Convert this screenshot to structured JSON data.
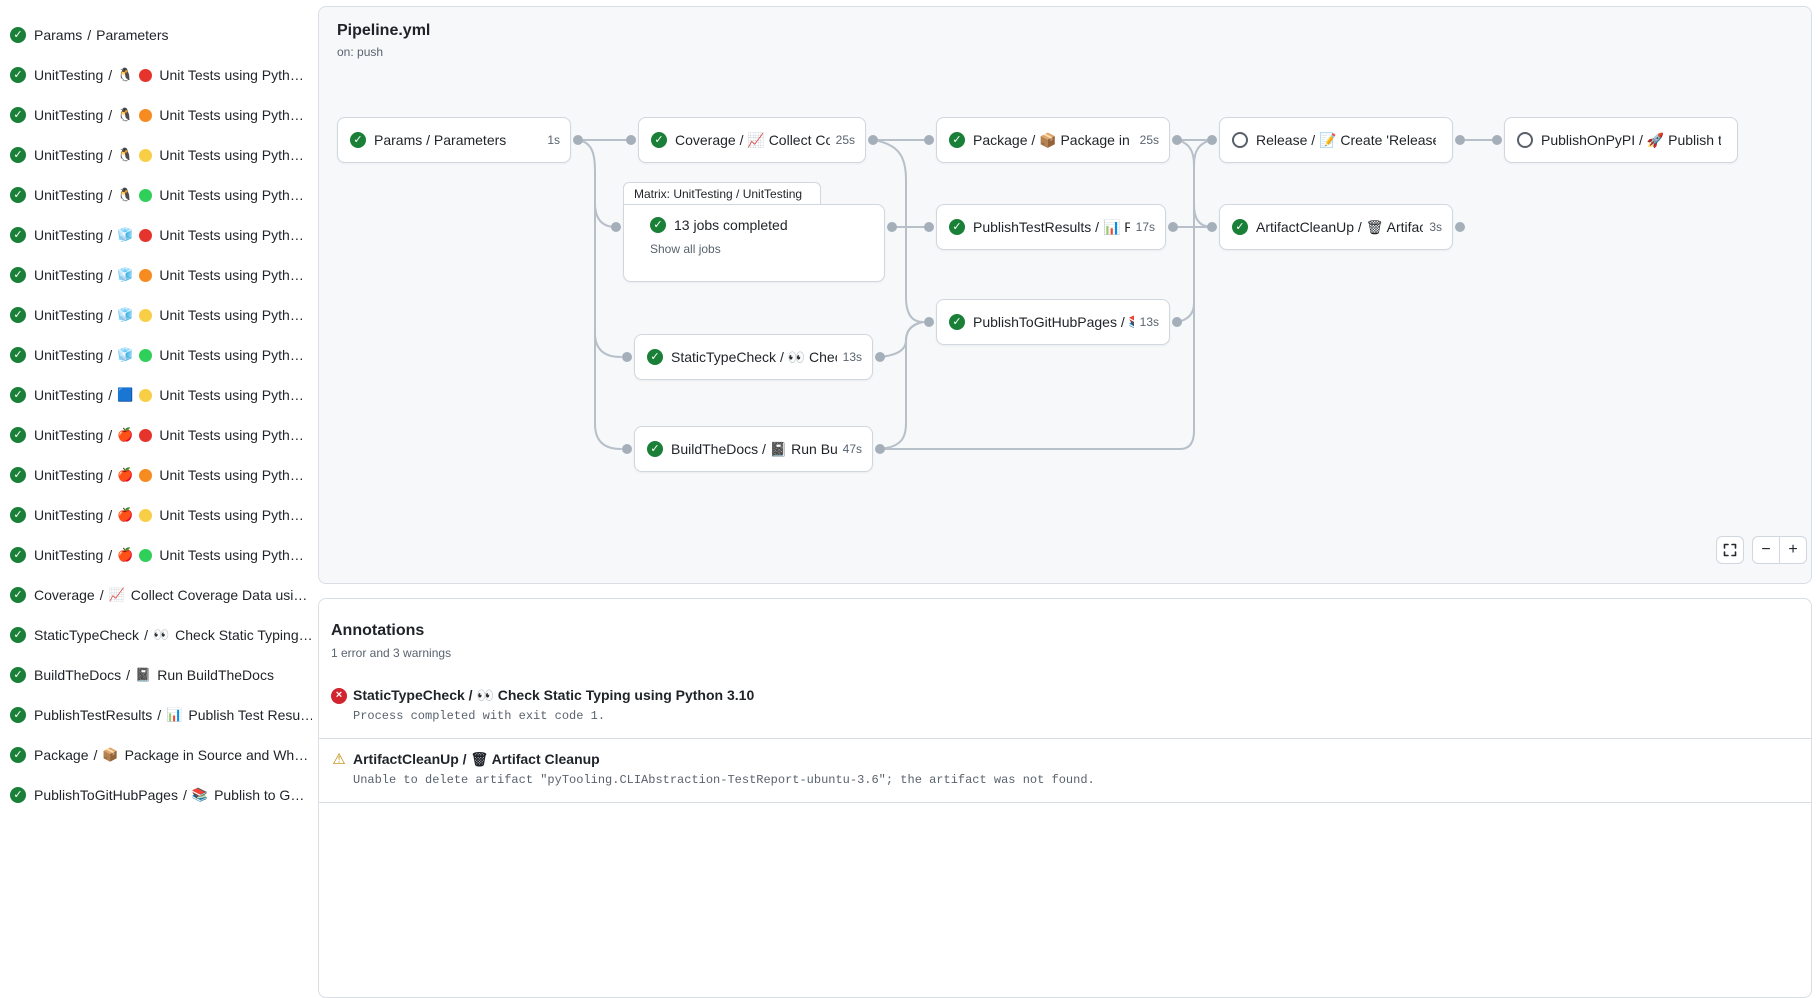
{
  "sidebar": {
    "items": [
      {
        "job": "Params",
        "icon": "",
        "dot": "",
        "name": "Parameters"
      },
      {
        "job": "UnitTesting",
        "icon": "🐧",
        "dot": "#e5342b",
        "name": "Unit Tests using Pyth…"
      },
      {
        "job": "UnitTesting",
        "icon": "🐧",
        "dot": "#f68b1f",
        "name": "Unit Tests using Pyth…"
      },
      {
        "job": "UnitTesting",
        "icon": "🐧",
        "dot": "#f7ce46",
        "name": "Unit Tests using Pyth…"
      },
      {
        "job": "UnitTesting",
        "icon": "🐧",
        "dot": "#2fd059",
        "name": "Unit Tests using Pyth…"
      },
      {
        "job": "UnitTesting",
        "icon": "🧊",
        "dot": "#e5342b",
        "name": "Unit Tests using Pyth…"
      },
      {
        "job": "UnitTesting",
        "icon": "🧊",
        "dot": "#f68b1f",
        "name": "Unit Tests using Pyth…"
      },
      {
        "job": "UnitTesting",
        "icon": "🧊",
        "dot": "#f7ce46",
        "name": "Unit Tests using Pyth…"
      },
      {
        "job": "UnitTesting",
        "icon": "🧊",
        "dot": "#2fd059",
        "name": "Unit Tests using Pyth…"
      },
      {
        "job": "UnitTesting",
        "icon": "🟦",
        "dot": "#f7ce46",
        "name": "Unit Tests using Pyth…"
      },
      {
        "job": "UnitTesting",
        "icon": "🍎",
        "dot": "#e5342b",
        "name": "Unit Tests using Pyth…"
      },
      {
        "job": "UnitTesting",
        "icon": "🍎",
        "dot": "#f68b1f",
        "name": "Unit Tests using Pyth…"
      },
      {
        "job": "UnitTesting",
        "icon": "🍎",
        "dot": "#f7ce46",
        "name": "Unit Tests using Pyth…"
      },
      {
        "job": "UnitTesting",
        "icon": "🍎",
        "dot": "#2fd059",
        "name": "Unit Tests using Pyth…"
      },
      {
        "job": "Coverage",
        "icon": "📈",
        "dot": "",
        "name": "Collect Coverage Data usi…"
      },
      {
        "job": "StaticTypeCheck",
        "icon": "👀",
        "dot": "",
        "name": "Check Static Typing…"
      },
      {
        "job": "BuildTheDocs",
        "icon": "📓",
        "dot": "",
        "name": "Run BuildTheDocs"
      },
      {
        "job": "PublishTestResults",
        "icon": "📊",
        "dot": "",
        "name": "Publish Test Resu…"
      },
      {
        "job": "Package",
        "icon": "📦",
        "dot": "",
        "name": "Package in Source and Wh…"
      },
      {
        "job": "PublishToGitHubPages",
        "icon": "📚",
        "dot": "",
        "name": "Publish to G…"
      }
    ]
  },
  "graph": {
    "title": "Pipeline.yml",
    "trigger": "on: push",
    "nodes": [
      {
        "id": "params",
        "status": "success",
        "label": "Params / Parameters",
        "duration": "1s"
      },
      {
        "id": "coverage",
        "status": "success",
        "label": "Coverage / 📈 Collect Cove…",
        "duration": "25s"
      },
      {
        "id": "package",
        "status": "success",
        "label": "Package / 📦 Package in So…",
        "duration": "25s"
      },
      {
        "id": "release",
        "status": "pending",
        "label": "Release / 📝 Create 'Release P…",
        "duration": ""
      },
      {
        "id": "publishonpypi",
        "status": "pending",
        "label": "PublishOnPyPI / 🚀 Publish to …",
        "duration": ""
      },
      {
        "id": "publishtestresults",
        "status": "success",
        "label": "PublishTestResults / 📊 Pu…",
        "duration": "17s"
      },
      {
        "id": "artifactcleanup",
        "status": "success",
        "label": "ArtifactCleanUp / 🗑 Artifac…",
        "duration": "3s"
      },
      {
        "id": "publishtogithubpages",
        "status": "success",
        "label": "PublishToGitHubPages / 📚 …",
        "duration": "13s"
      },
      {
        "id": "statictypecheck",
        "status": "success",
        "label": "StaticTypeCheck / 👀 Chec…",
        "duration": "13s"
      },
      {
        "id": "buildthedocs",
        "status": "success",
        "label": "BuildTheDocs / 📓 Run Buil…",
        "duration": "47s"
      }
    ],
    "matrix": {
      "tab": "Matrix: UnitTesting / UnitTesting",
      "summary": "13 jobs completed",
      "link": "Show all jobs"
    },
    "controls": {
      "zoom_out": "−",
      "zoom_in": "+"
    }
  },
  "annotations": {
    "title": "Annotations",
    "subtitle": "1 error and 3 warnings",
    "items": [
      {
        "type": "error",
        "title": "StaticTypeCheck / 👀 Check Static Typing using Python 3.10",
        "detail": "Process completed with exit code 1."
      },
      {
        "type": "warning",
        "title": "ArtifactCleanUp / 🗑 Artifact Cleanup",
        "detail": "Unable to delete artifact \"pyTooling.CLIAbstraction-TestReport-ubuntu-3.6\"; the artifact was not found."
      }
    ]
  },
  "colors": {
    "success": "#1a7f37",
    "pending_ring": "#57606a",
    "error": "#d1242f",
    "warning": "#bf8700",
    "edge": "#b7bfc8",
    "edge_dot": "#a5afba",
    "card_bg": "#f6f8fa"
  }
}
